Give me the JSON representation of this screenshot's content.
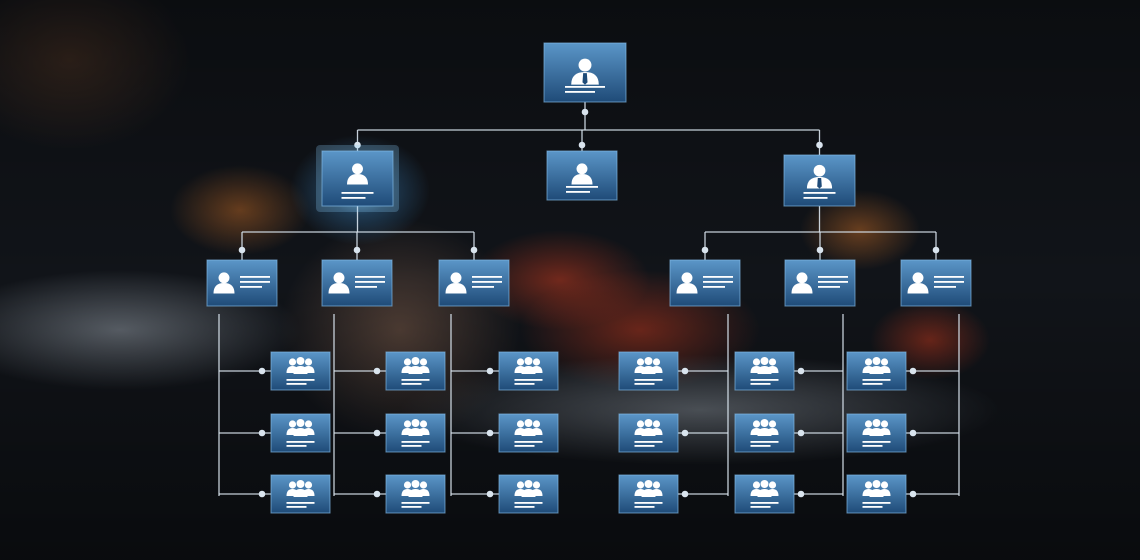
{
  "colors": {
    "background": "#0c0e12",
    "card_top": "#5b96c8",
    "card_bottom": "#1f4b78",
    "card_border": "#7fb6e2",
    "connector": "#d9e4ee",
    "icon": "#ffffff",
    "highlight_glow": "#8fd2ff"
  },
  "org_chart": {
    "root": {
      "icon": "manager-icon",
      "highlighted": false
    },
    "level1": [
      {
        "icon": "person-icon",
        "highlighted": true
      },
      {
        "icon": "person-icon",
        "highlighted": false
      },
      {
        "icon": "manager-icon",
        "highlighted": false
      }
    ],
    "level2": [
      {
        "parent": 0,
        "icon": "person-icon"
      },
      {
        "parent": 0,
        "icon": "person-icon"
      },
      {
        "parent": 0,
        "icon": "person-icon"
      },
      {
        "parent": 2,
        "icon": "person-icon"
      },
      {
        "parent": 2,
        "icon": "person-icon"
      },
      {
        "parent": 2,
        "icon": "person-icon"
      }
    ],
    "level3": [
      {
        "parent": 0,
        "teams": 3,
        "icon": "team-icon"
      },
      {
        "parent": 1,
        "teams": 3,
        "icon": "team-icon"
      },
      {
        "parent": 2,
        "teams": 3,
        "icon": "team-icon"
      },
      {
        "parent": 3,
        "teams": 3,
        "icon": "team-icon"
      },
      {
        "parent": 4,
        "teams": 3,
        "icon": "team-icon"
      },
      {
        "parent": 5,
        "teams": 3,
        "icon": "team-icon"
      }
    ]
  }
}
